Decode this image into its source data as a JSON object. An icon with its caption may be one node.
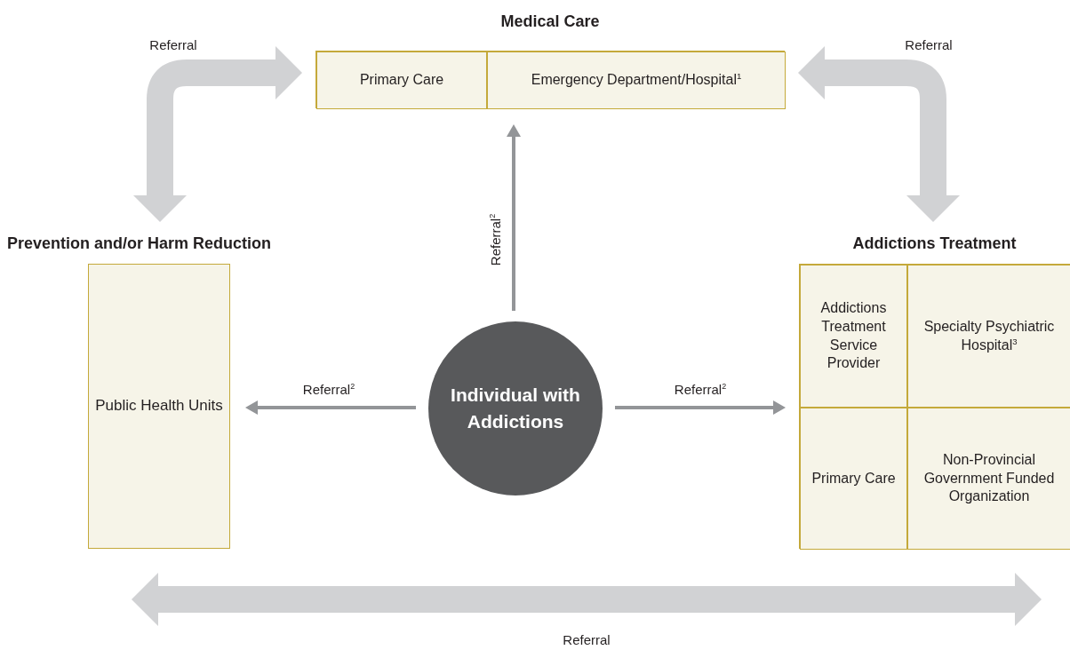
{
  "diagram": {
    "nodes": [
      {
        "text": [
          "Medical Care"
        ]
      },
      {
        "text": [
          "Primary Care"
        ],
        "in": 0
      },
      {
        "text": [
          "Emergency Department/Hospital$^{1}$"
        ],
        "in": 0
      },
      {
        "text": [
          "Prevention and/or Harm Reduction",
          "Public Health Units"
        ]
      },
      {
        "text": [
          "Addictions Treatment"
        ]
      },
      {
        "text": [
          "Addictions Treatment Service Provider"
        ],
        "in": 4
      },
      {
        "text": [
          "Specialty Psychiatric Hospital$^{3}$"
        ],
        "in": 4
      },
      {
        "text": [
          "Primary Care"
        ],
        "in": 4
      },
      {
        "text": [
          "Non-Provincial Government Funded Organization"
        ],
        "in": 4
      },
      {
        "text": [
          "Individual with Addictions"
        ]
      }
    ],
    "edges": [
      {
        "from": 3,
        "to": 0,
        "arrow": "both",
        "label": "Referral",
        "style": "thick",
        "color": "#d1d2d4"
      },
      {
        "from": 0,
        "to": 4,
        "arrow": "both",
        "label": "Referral",
        "style": "thick",
        "color": "#d1d2d4"
      },
      {
        "from": 9,
        "to": 0,
        "arrow": "to",
        "label": "Referral$^{2}$"
      },
      {
        "from": 9,
        "to": 3,
        "arrow": "to",
        "label": "Referral$^{2}$"
      },
      {
        "from": 9,
        "to": 4,
        "arrow": "to",
        "label": "Referral$^{2}$"
      },
      {
        "from": 3,
        "to": 4,
        "arrow": "both",
        "label": "Referral",
        "style": "thick",
        "color": "#d1d2d4"
      }
    ]
  }
}
